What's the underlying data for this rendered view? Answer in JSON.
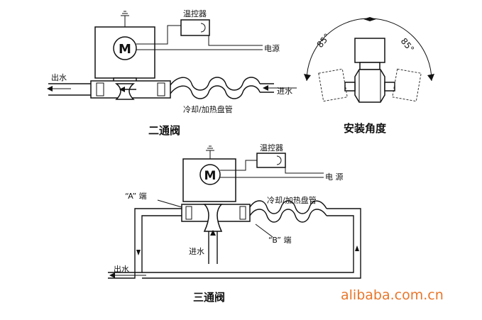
{
  "two_way": {
    "motor_letter": "M",
    "thermostat": "温控器",
    "power": "电源",
    "outlet": "出水",
    "inlet": "进水",
    "coil": "冷却/加热盘管",
    "title": "二通阀"
  },
  "angle": {
    "left_angle": "85°",
    "right_angle": "85°",
    "title": "安装角度"
  },
  "three_way": {
    "motor_letter": "M",
    "thermostat": "温控器",
    "power": "电 源",
    "port_a": "“A” 端",
    "port_b": "“B” 端",
    "coil": "冷却/加热盘管",
    "inlet": "进水",
    "outlet": "出水",
    "title": "三通阀"
  },
  "watermark": "alibaba.com.cn",
  "colors": {
    "watermark": "#e8762a",
    "line": "#111111"
  }
}
